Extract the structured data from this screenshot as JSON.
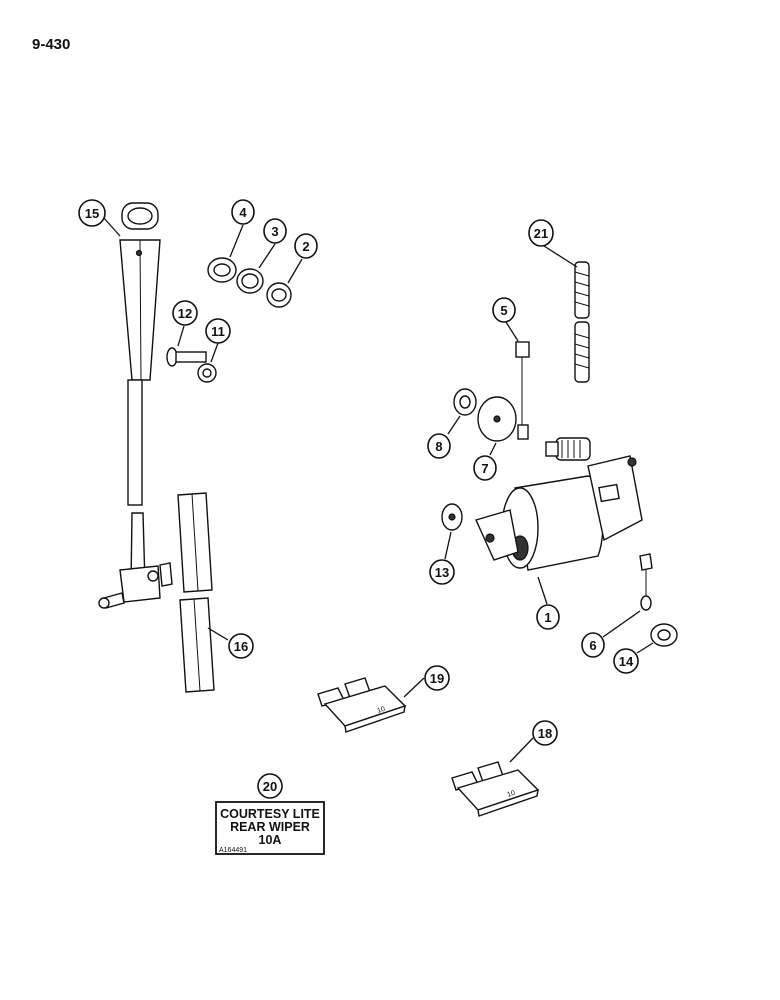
{
  "page_number": "9-430",
  "callouts": {
    "c1": "1",
    "c2": "2",
    "c3": "3",
    "c4": "4",
    "c5": "5",
    "c6": "6",
    "c7": "7",
    "c8": "8",
    "c11": "11",
    "c12": "12",
    "c13": "13",
    "c14": "14",
    "c15": "15",
    "c16": "16",
    "c18": "18",
    "c19": "19",
    "c20": "20",
    "c21": "21"
  },
  "decal": {
    "line1": "COURTESY LITE",
    "line2": "REAR WIPER",
    "line3": "10A",
    "part_number": "A164491"
  },
  "fuse_markings": {
    "fuse19": "10",
    "fuse18": "10"
  }
}
